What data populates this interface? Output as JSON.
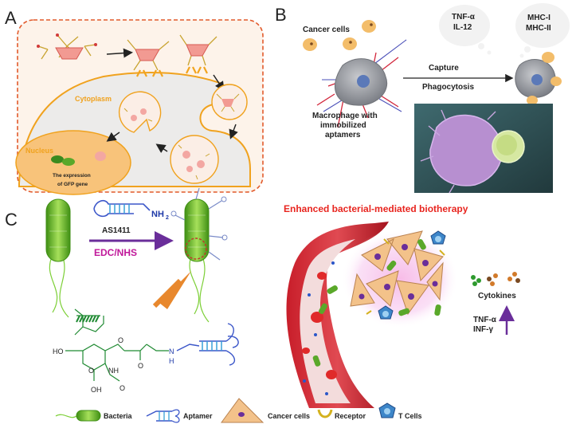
{
  "panels": {
    "a": {
      "letter": "A",
      "cytoplasm": "Cytoplasm",
      "nucleus": "Nucleus",
      "expression_line1": "The expression",
      "expression_line2": "of GFP gene"
    },
    "b": {
      "letter": "B",
      "cancer_cells": "Cancer cells",
      "macrophage_line1": "Macrophage with",
      "macrophage_line2": "immobilized",
      "macrophage_line3": "aptamers",
      "capture": "Capture",
      "phagocytosis": "Phagocytosis",
      "bubble1_line1": "TNF-α",
      "bubble1_line2": "IL-12",
      "bubble2_line1": "MHC-I",
      "bubble2_line2": "MHC-II"
    },
    "c": {
      "letter": "C",
      "aptamer_name": "AS1411",
      "amine": "NH",
      "amine_sub": "2",
      "coupling": "EDC/NHS",
      "headline": "Enhanced bacterial-mediated  biotherapy",
      "cytokines": "Cytokines",
      "tnf": "TNF-α",
      "inf": "INF-γ",
      "chem_ho": "HO",
      "chem_oh": "OH",
      "chem_nh": "NH",
      "chem_o1": "O",
      "chem_o2": "O",
      "chem_o3": "O",
      "chem_o4": "O",
      "chem_n": "N",
      "chem_h": "H"
    }
  },
  "legend": [
    {
      "label": "Bacteria",
      "icon": "bacteria-icon"
    },
    {
      "label": "Aptamer",
      "icon": "aptamer-icon"
    },
    {
      "label": "Cancer cells",
      "icon": "cancer-cell-icon"
    },
    {
      "label": "Receptor",
      "icon": "receptor-icon"
    },
    {
      "label": "T Cells",
      "icon": "t-cell-icon"
    }
  ],
  "colors": {
    "accent_red": "#e8251f",
    "coupling_magenta": "#c0189a",
    "arrow_purple": "#6a2e9a",
    "cytoplasm_orange": "#f0a21e",
    "bacteria_green": "#6bbf2a",
    "macrophage_gray": "#9a9da3",
    "vessel_red": "#c81e2a"
  }
}
